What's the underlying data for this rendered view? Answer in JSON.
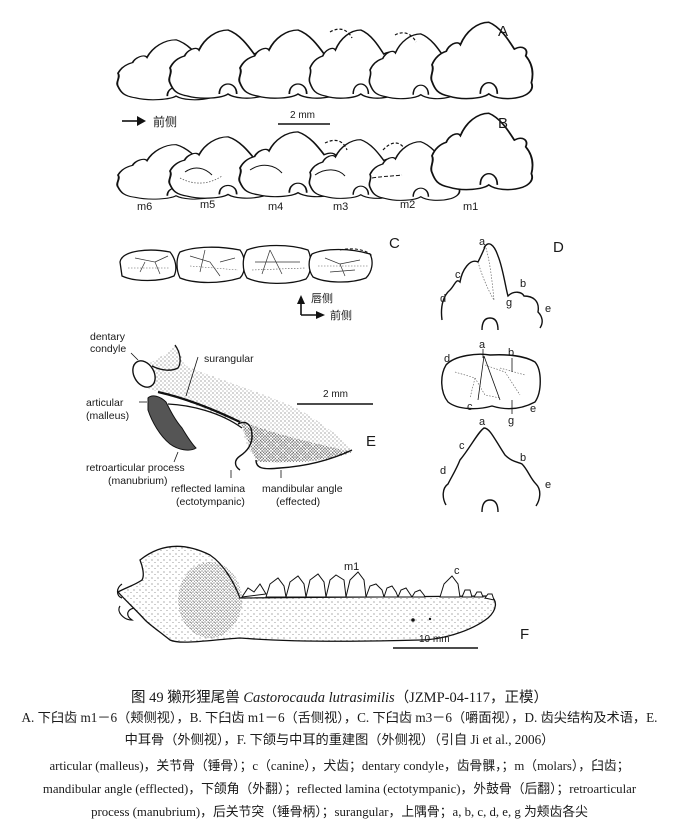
{
  "figure": {
    "panel_labels": {
      "A": "A",
      "B": "B",
      "C": "C",
      "D": "D",
      "E": "E",
      "F": "F"
    },
    "panel_ab": {
      "direction_arrow_label": "前侧",
      "scale_bar": "2 mm",
      "tooth_labels": [
        "m6",
        "m5",
        "m4",
        "m3",
        "m2",
        "m1"
      ]
    },
    "panel_c": {
      "orientation_up": "唇侧",
      "orientation_right": "前侧"
    },
    "panel_d": {
      "lateral_view_cusps": [
        "a",
        "b",
        "c",
        "d",
        "e",
        "g"
      ],
      "occlusal_view_cusps": [
        "a",
        "b",
        "c",
        "d",
        "e",
        "g"
      ],
      "lingual_view_cusps": [
        "a",
        "b",
        "c",
        "d",
        "e"
      ]
    },
    "panel_e": {
      "labels": {
        "dentary_condyle_1": "dentary",
        "dentary_condyle_2": "condyle",
        "surangular": "surangular",
        "articular_1": "articular",
        "articular_2": "(malleus)",
        "retroarticular_1": "retroarticular process",
        "retroarticular_2": "(manubrium)",
        "reflected_1": "reflected lamina",
        "reflected_2": "(ectotympanic)",
        "mandibular_1": "mandibular angle",
        "mandibular_2": "(effected)"
      },
      "scale_bar": "2 mm"
    },
    "panel_f": {
      "labels": {
        "m1": "m1",
        "c": "c"
      },
      "scale_bar": "10 mm"
    }
  },
  "caption": {
    "title_prefix": "图 49  獭形狸尾兽 ",
    "title_species": "Castorocauda lutrasimilis",
    "title_suffix": "（JZMP-04-117，正模）",
    "line1": "A. 下臼齿 m1－6（颊侧视），B. 下臼齿 m1－6（舌侧视），C. 下臼齿 m3－6（嚼面视），D. 齿尖结构及术语，E.",
    "line2": "中耳骨（外侧视），F. 下颌与中耳的重建图（外侧视）（引自 Ji et al., 2006）",
    "glossary1": "articular (malleus)，关节骨（锤骨）；c（canine），犬齿；dentary condyle，齿骨髁，；m（molars），臼齿；",
    "glossary2": "mandibular angle (efflected)，下颌角（外翻）；reflected lamina (ectotympanic)，外鼓骨（后翻）；retroarticular",
    "glossary3": "process (manubrium)，后关节突（锤骨柄）；surangular，上隅骨；a, b, c, d, e, g 为颊齿各尖"
  }
}
